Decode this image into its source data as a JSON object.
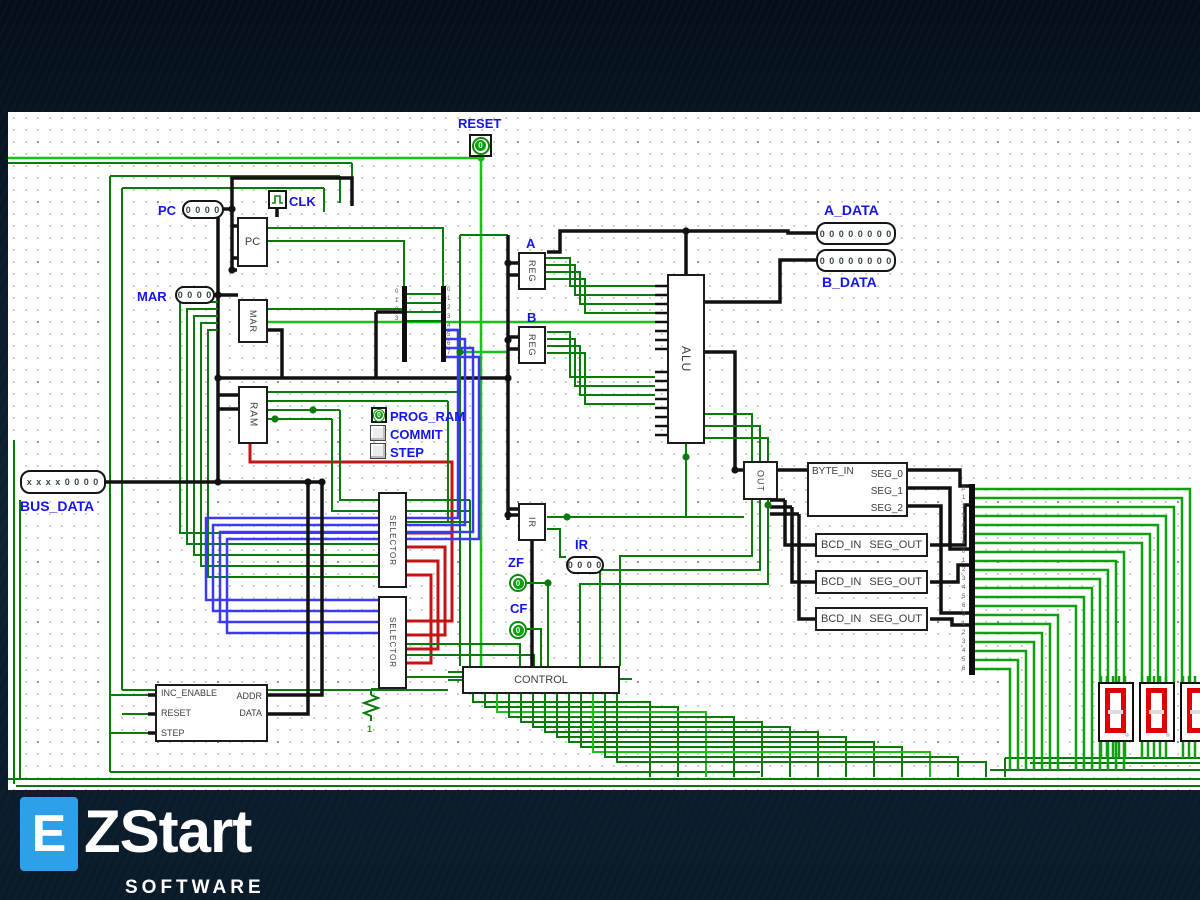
{
  "labels": {
    "reset": "RESET",
    "pc": "PC",
    "clk": "CLK",
    "mar": "MAR",
    "prog_ram": "PROG_RAM",
    "commit": "COMMIT",
    "step": "STEP",
    "bus_data": "BUS_DATA",
    "a": "A",
    "b": "B",
    "a_data": "A_DATA",
    "b_data": "B_DATA",
    "ir": "IR",
    "zf": "ZF",
    "cf": "CF"
  },
  "boxes": {
    "pc": "PC",
    "mar": "MAR",
    "ram": "RAM",
    "reg": "REG",
    "alu": "ALU",
    "out": "OUT",
    "ir": "IR",
    "control": "CONTROL",
    "selector": "SELECTOR"
  },
  "displays": {
    "pc": "0 0 0 0",
    "mar": "0 0 0 0",
    "bus": "x x x x 0 0 0 0",
    "a_data": "0 0 0 0 0 0 0 0",
    "b_data": "0 0 0 0 0 0 0 0",
    "ir": "0 0 0 0"
  },
  "led_values": {
    "reset": "0",
    "prog_ram": "0",
    "zf": "0",
    "cf": "0"
  },
  "byte_seg": {
    "input": "BYTE_IN",
    "outputs": [
      "SEG_0",
      "SEG_1",
      "SEG_2"
    ]
  },
  "bcd": {
    "input": "BCD_IN",
    "output": "SEG_OUT"
  },
  "programmer": {
    "left": [
      "INC_ENABLE",
      "RESET",
      "STEP"
    ],
    "right": [
      "ADDR",
      "DATA"
    ]
  },
  "resistor_value": "1",
  "seven_segment_values": [
    "0",
    "0",
    "0"
  ],
  "splitter_pins": [
    "0",
    "1",
    "2",
    "3",
    "4",
    "5",
    "6",
    "7"
  ],
  "colors": {
    "wire_green": "#0a7a0a",
    "wire_bright": "#18c018",
    "wire_fan": "#0f9f0f",
    "wire_black": "#111111",
    "wire_red": "#c41414",
    "wire_blue": "#3a3af2",
    "label_blue": "#1515e6",
    "logo_blue": "#2da0e8",
    "seg_red": "#e00000"
  },
  "watermark": {
    "icon": "E",
    "name": "ZStart",
    "subtitle": "SOFTWARE"
  }
}
